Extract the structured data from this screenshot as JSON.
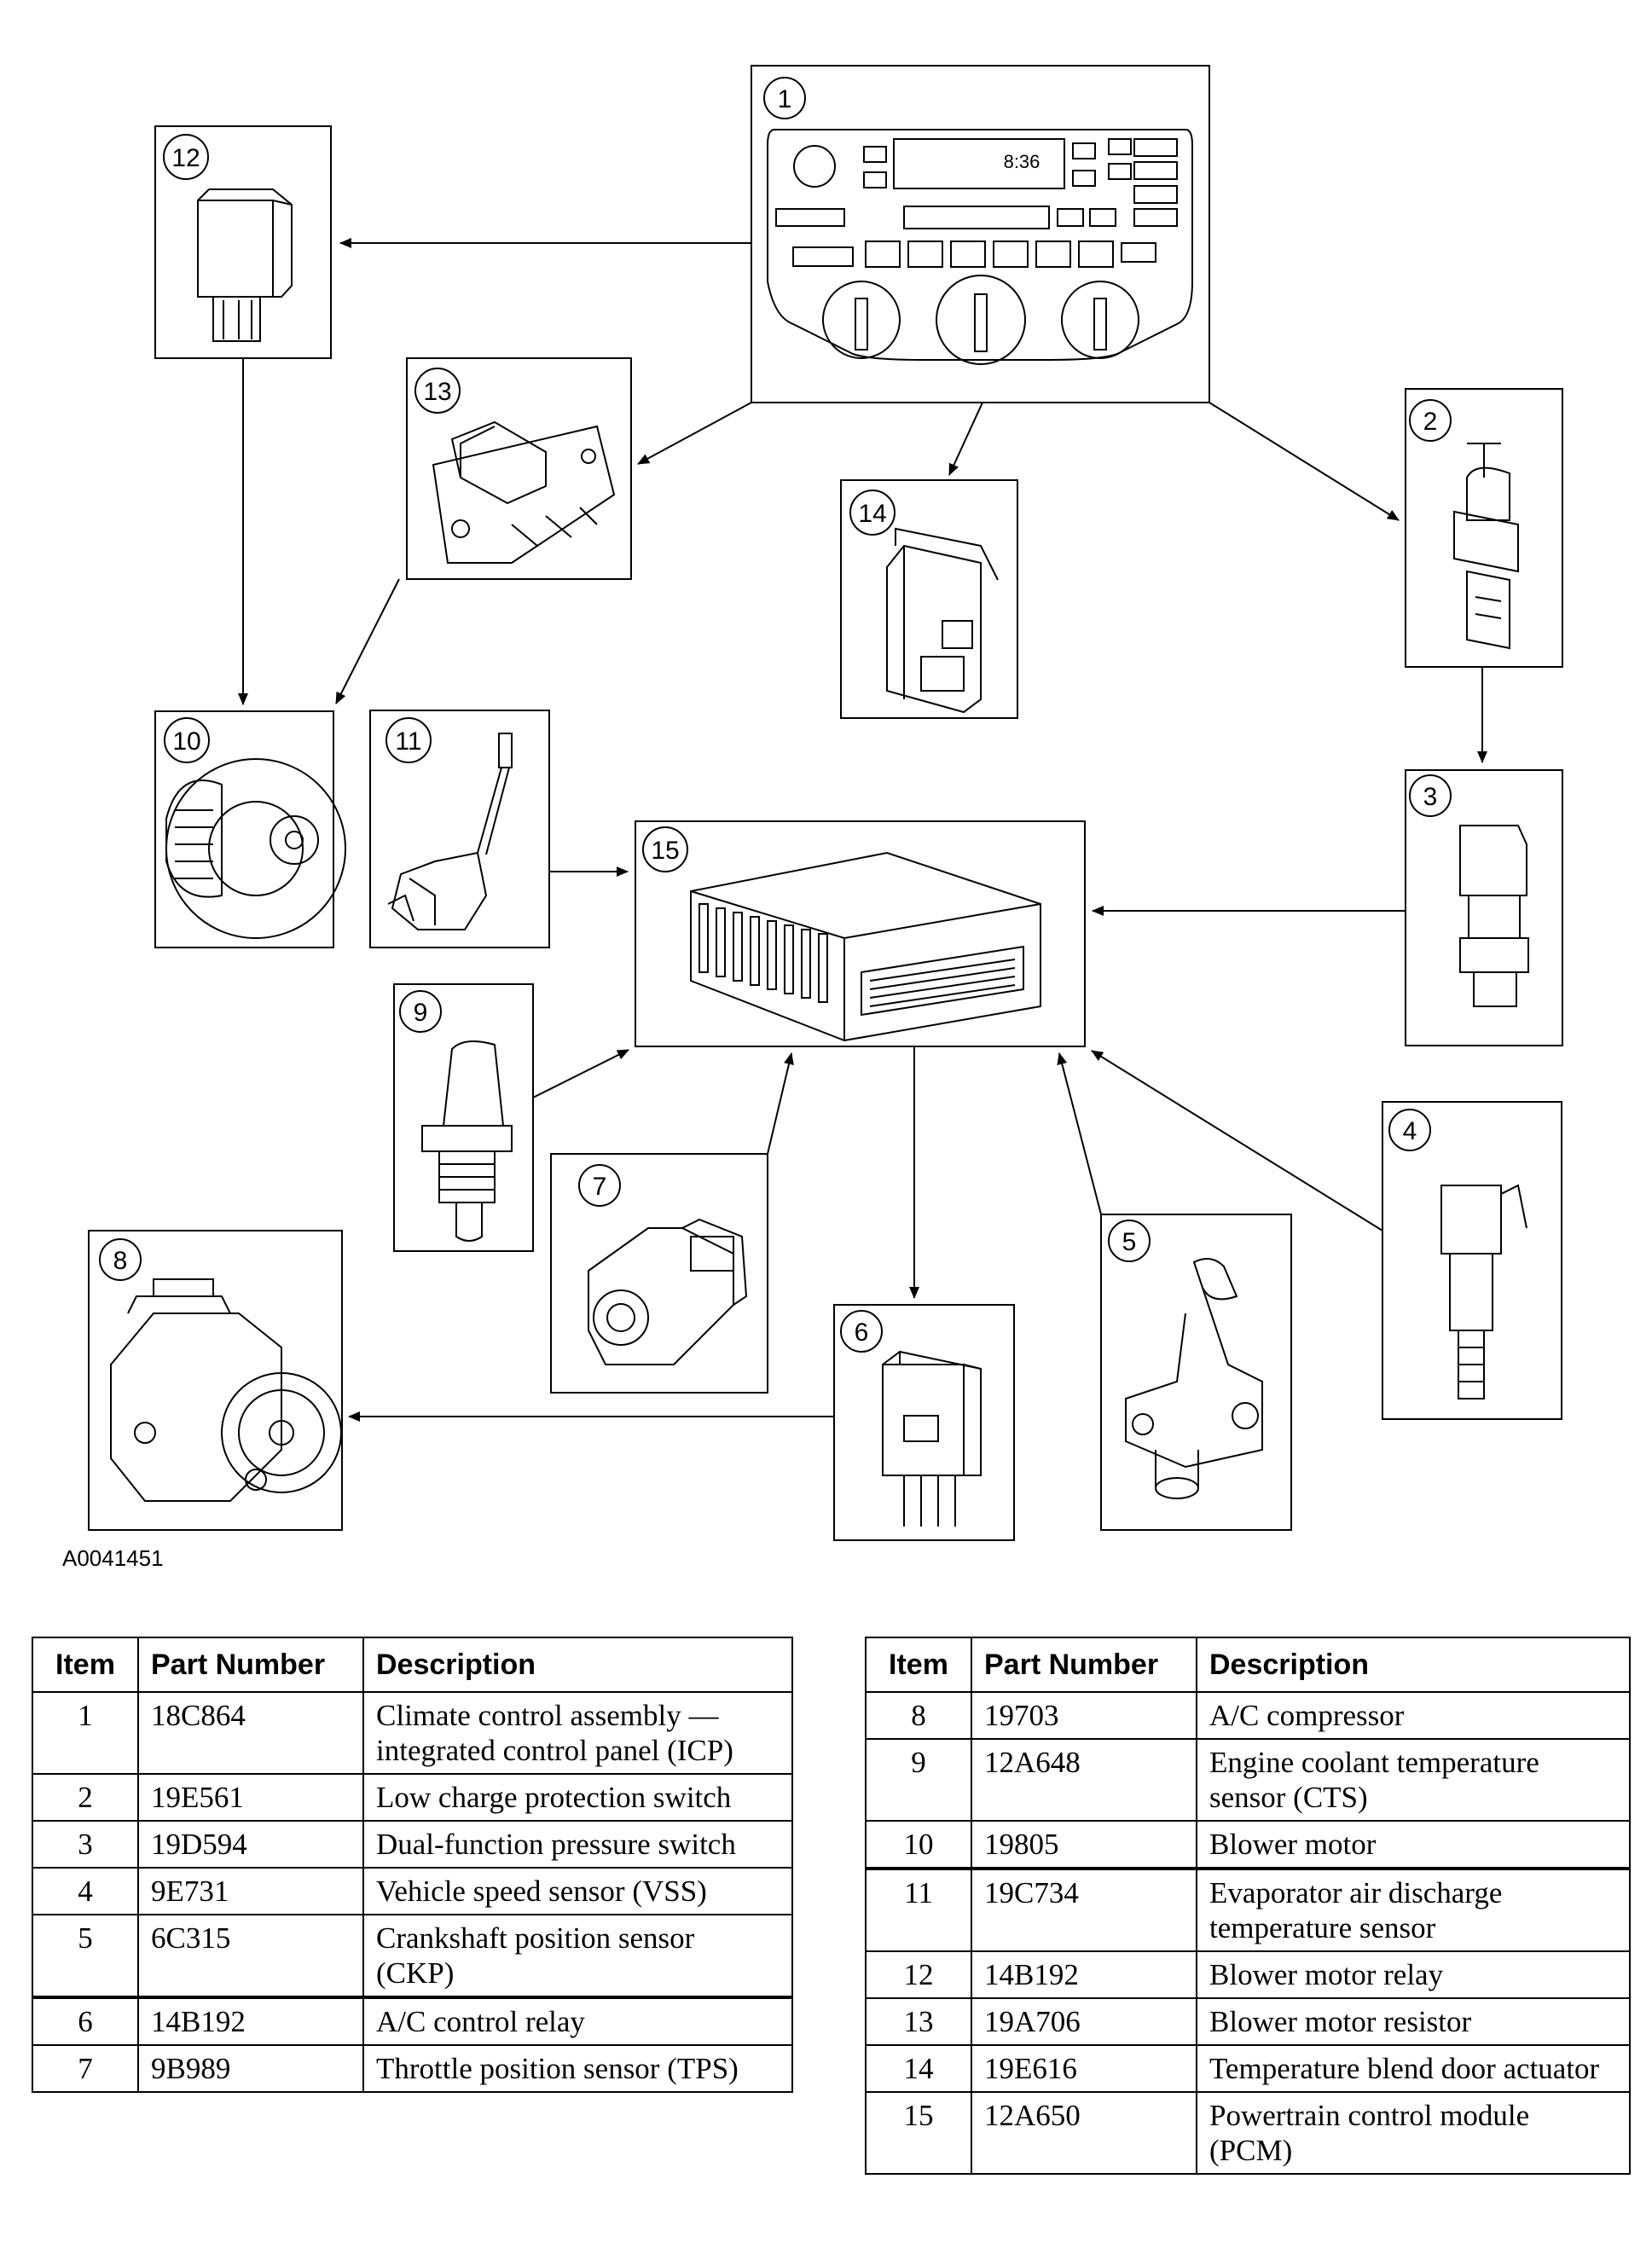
{
  "figure_id": "A0041451",
  "display_time": "8:36",
  "callouts": [
    "1",
    "2",
    "3",
    "4",
    "5",
    "6",
    "7",
    "8",
    "9",
    "10",
    "11",
    "12",
    "13",
    "14",
    "15"
  ],
  "table_headers": {
    "item": "Item",
    "part_number": "Part Number",
    "description": "Description"
  },
  "parts_left": [
    {
      "item": "1",
      "pn": "18C864",
      "desc": "Climate control assembly — integrated control panel (ICP)"
    },
    {
      "item": "2",
      "pn": "19E561",
      "desc": "Low charge protection switch"
    },
    {
      "item": "3",
      "pn": "19D594",
      "desc": "Dual-function pressure switch"
    },
    {
      "item": "4",
      "pn": "9E731",
      "desc": "Vehicle speed sensor (VSS)"
    },
    {
      "item": "5",
      "pn": "6C315",
      "desc": "Crankshaft position sensor (CKP)"
    },
    {
      "item": "6",
      "pn": "14B192",
      "desc": "A/C control relay"
    },
    {
      "item": "7",
      "pn": "9B989",
      "desc": "Throttle position sensor (TPS)"
    }
  ],
  "parts_right": [
    {
      "item": "8",
      "pn": "19703",
      "desc": "A/C compressor"
    },
    {
      "item": "9",
      "pn": "12A648",
      "desc": "Engine coolant temperature sensor (CTS)"
    },
    {
      "item": "10",
      "pn": "19805",
      "desc": "Blower motor"
    },
    {
      "item": "11",
      "pn": "19C734",
      "desc": "Evaporator air discharge temperature sensor"
    },
    {
      "item": "12",
      "pn": "14B192",
      "desc": "Blower motor relay"
    },
    {
      "item": "13",
      "pn": "19A706",
      "desc": "Blower motor resistor"
    },
    {
      "item": "14",
      "pn": "19E616",
      "desc": "Temperature blend door actuator"
    },
    {
      "item": "15",
      "pn": "12A650",
      "desc": "Powertrain control module (PCM)"
    }
  ]
}
